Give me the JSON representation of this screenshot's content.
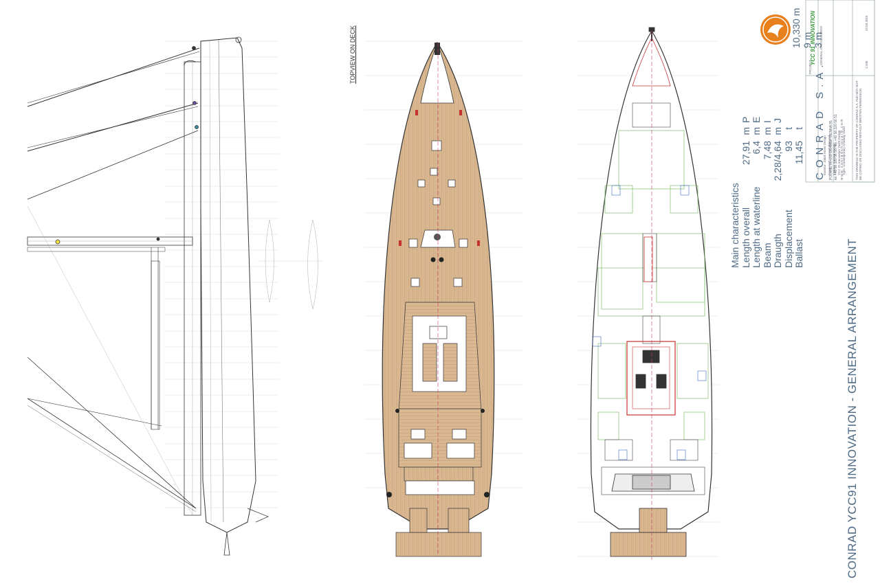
{
  "drawing": {
    "title": "CONRAD YCC91 INNOVATION - GENERAL ARRANGEMENT",
    "topview_label": "TOPVIEW ON DECK"
  },
  "characteristics": {
    "heading": "Main characteristics",
    "rows": [
      {
        "label": "Length overall",
        "value": "27,91",
        "unit": "m",
        "code": "P"
      },
      {
        "label": "Length at waterline",
        "value": "6,4",
        "unit": "m",
        "code": "E"
      },
      {
        "label": "Beam",
        "value": "7,48",
        "unit": "m",
        "code": "I"
      },
      {
        "label": "Draugth",
        "value": "2,28/4,64",
        "unit": "m",
        "code": "J"
      },
      {
        "label": "Displacement",
        "value": "93",
        "unit": "t",
        "code": ""
      },
      {
        "label": "Ballast",
        "value": "11,45",
        "unit": "t",
        "code": ""
      }
    ],
    "rig_values": [
      {
        "value": "3",
        "unit": "m"
      },
      {
        "value": "9",
        "unit": "m"
      },
      {
        "value": "10,330",
        "unit": "m"
      }
    ]
  },
  "title_block": {
    "company": "CONRAD S.A.",
    "address": "POLAND 80-605 GDANSK SIENNA 85",
    "phone": "tel.+48 58 320 56 50, fax +48 58 320 56 51",
    "web": "www.conradshipyard.com",
    "disclaimer": "THIS DRAWING IS THE PROPERTY OF CONRAD S.A. AND MAY NOT BE COPIED OR DISCLOSED WITHOUT WRITTEN PERMISSION",
    "project_label": "PROJECT",
    "project_name": "YCC 91 INNOVATION",
    "sheet_title": "GENERAL ARRANGEMENT",
    "fields": [
      "Exterior: Jakob Moen Design",
      "Naval Arch: Conrad Shipyard",
      "Interior: Conrad Design",
      "YCC 91 Innovation Yacht Design",
      "Type: Contemporary Cruising Yacht"
    ],
    "scale": "1:100",
    "date": "22.03.2016"
  },
  "colors": {
    "deck_teak": "#d9b892",
    "deck_seam": "#b58a5c",
    "line": "#333333",
    "text_blue": "#4e6a85",
    "logo_orange": "#e8801c",
    "interior_green": "#7fbf6a",
    "galley_red": "#c8322e"
  }
}
